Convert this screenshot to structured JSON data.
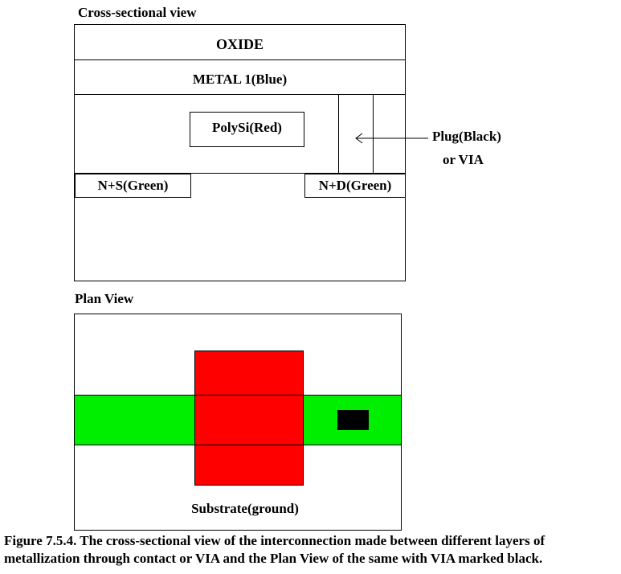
{
  "cross_section": {
    "title": "Cross-sectional view",
    "oxide_label": "OXIDE",
    "metal_label": "METAL 1(Blue)",
    "poly_label": "PolySi(Red)",
    "source_label": "N+S(Green)",
    "drain_label": "N+D(Green)",
    "plug_label_line1": "Plug(Black)",
    "plug_label_line2": "or VIA"
  },
  "plan_view": {
    "title": "Plan View",
    "substrate_label": "Substrate(ground)"
  },
  "colors": {
    "poly": "#ff0000",
    "diffusion": "#00ee00",
    "via": "#000000",
    "outline": "#000000"
  },
  "caption": "Figure 7.5.4. The cross-sectional view of the interconnection made between different layers of metallization through contact or VIA and the Plan View of the same with VIA marked black."
}
